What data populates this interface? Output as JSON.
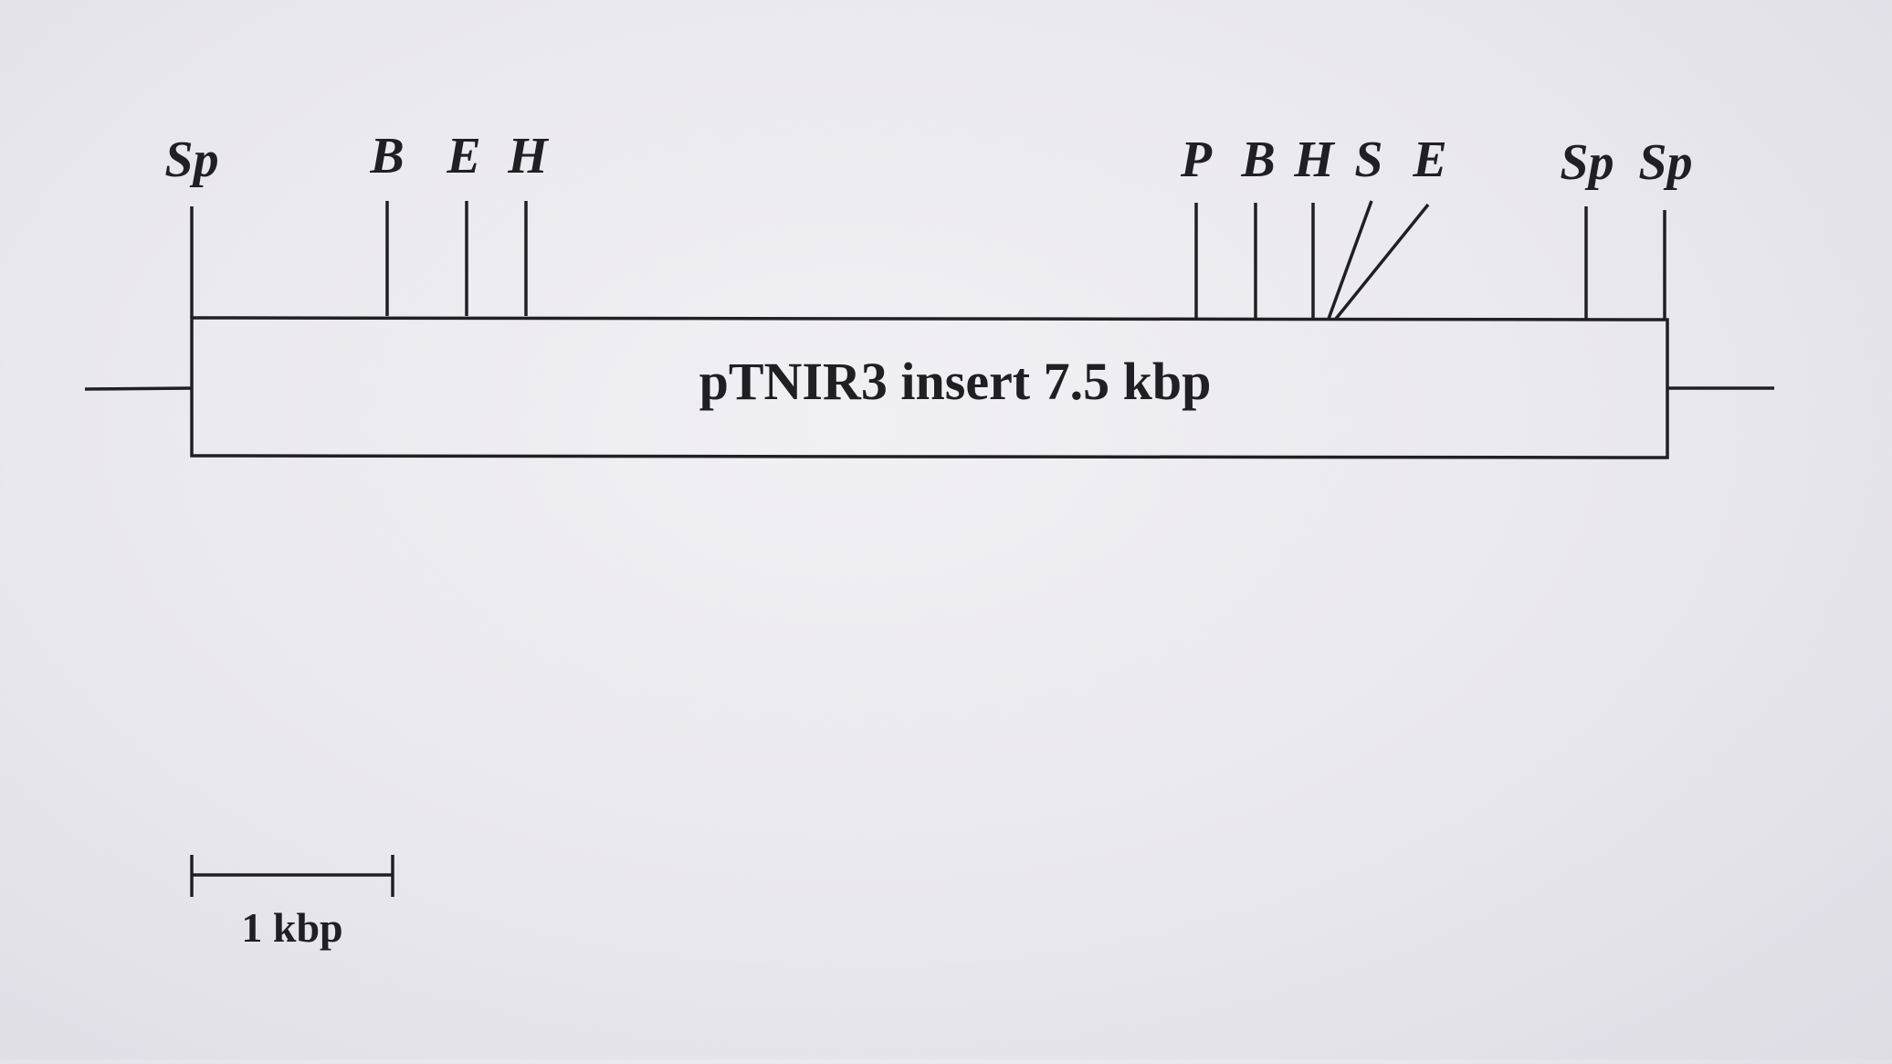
{
  "diagram": {
    "insert_label": "pTNIR3 insert 7.5 kbp",
    "sites": [
      {
        "label": "Sp"
      },
      {
        "label": "B"
      },
      {
        "label": "E"
      },
      {
        "label": "H"
      },
      {
        "label": "P"
      },
      {
        "label": "B"
      },
      {
        "label": "H"
      },
      {
        "label": "S"
      },
      {
        "label": "E"
      },
      {
        "label": "Sp"
      },
      {
        "label": "Sp"
      }
    ],
    "scale_bar": {
      "label": "1 kbp"
    }
  }
}
